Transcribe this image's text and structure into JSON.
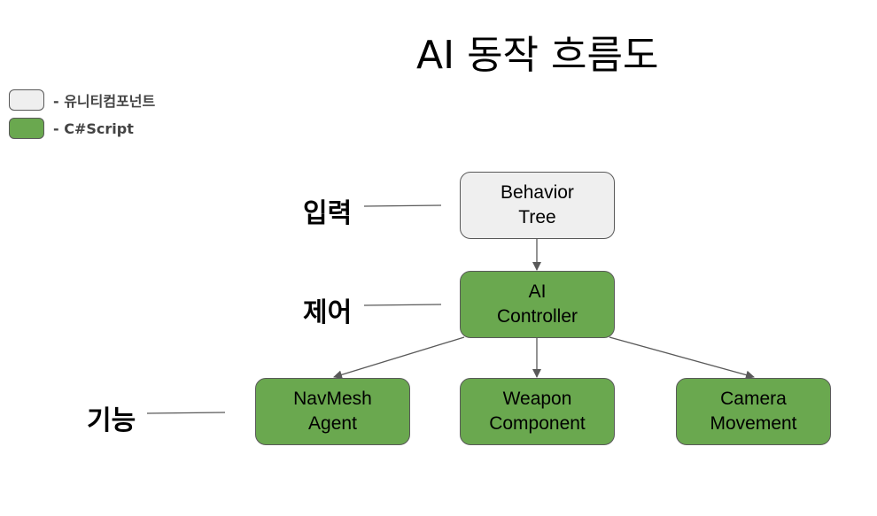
{
  "title": "AI 동작 흐름도",
  "colors": {
    "unity_component": "#efefef",
    "csharp_script": "#6aa84f",
    "border": "#595959",
    "connector": "#595959"
  },
  "legend": [
    {
      "label": "- 유니티컴포넌트",
      "kind": "unity_component"
    },
    {
      "label": "- C#Script",
      "kind": "csharp_script"
    }
  ],
  "layers": [
    {
      "label": "입력"
    },
    {
      "label": "제어"
    },
    {
      "label": "기능"
    }
  ],
  "nodes": {
    "behavior_tree": {
      "line1": "Behavior",
      "line2": "Tree",
      "kind": "unity_component"
    },
    "ai_controller": {
      "line1": "AI",
      "line2": "Controller",
      "kind": "csharp_script"
    },
    "navmesh_agent": {
      "line1": "NavMesh",
      "line2": "Agent",
      "kind": "csharp_script"
    },
    "weapon_component": {
      "line1": "Weapon",
      "line2": "Component",
      "kind": "csharp_script"
    },
    "camera_movement": {
      "line1": "Camera",
      "line2": "Movement",
      "kind": "csharp_script"
    }
  },
  "edges": [
    {
      "from": "behavior_tree",
      "to": "ai_controller"
    },
    {
      "from": "ai_controller",
      "to": "navmesh_agent"
    },
    {
      "from": "ai_controller",
      "to": "weapon_component"
    },
    {
      "from": "ai_controller",
      "to": "camera_movement"
    }
  ]
}
